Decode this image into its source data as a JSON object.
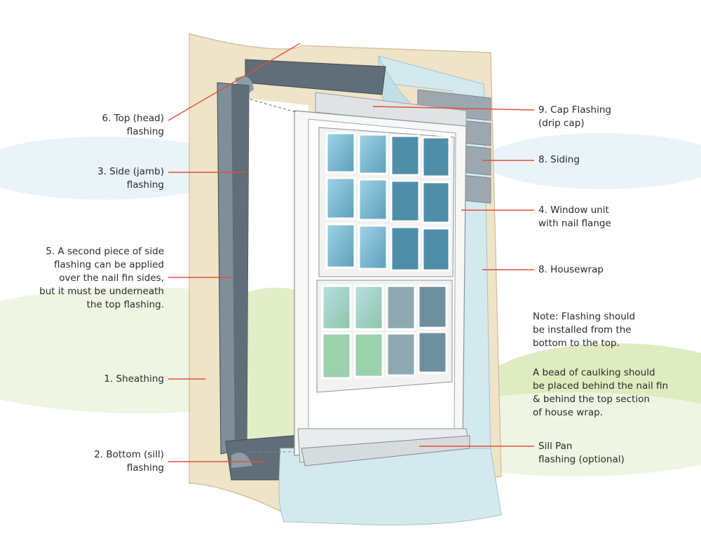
{
  "labels": {
    "top_flashing": "6. Top (head)\nflashing",
    "side_flashing": "3. Side (jamb)\nflashing",
    "second_side": "5. A second piece of side\nflashing can be applied\nover the nail fin sides,\nbut it must be underneath\nthe top flashing.",
    "sheathing": "1. Sheathing",
    "bottom_flashing": "2. Bottom (sill)\nflashing",
    "cap_flashing": "9. Cap Flashing\n(drip cap)",
    "siding": "8. Siding",
    "window_unit": "4. Window unit\nwith nail flange",
    "housewrap": "8. Housewrap",
    "note_flashing": "Note: Flashing should\nbe installed from the\nbottom to the top.",
    "note_caulking": "A bead of caulking should\nbe placed behind the nail fin\n& behind the top section\nof house wrap.",
    "sill_pan": "Sill Pan\nflashing (optional)"
  },
  "colors": {
    "leader": "#e0503a",
    "sheathing": "#efe3c8",
    "flashing": "#5f6e78",
    "flashing_light": "#8e9ca6",
    "housewrap": "#cfe6ea",
    "window_frame": "#f7f7f5",
    "glass": "#8cc6dc",
    "sky": "#dcecf4",
    "hill": "#cfe0a8"
  }
}
